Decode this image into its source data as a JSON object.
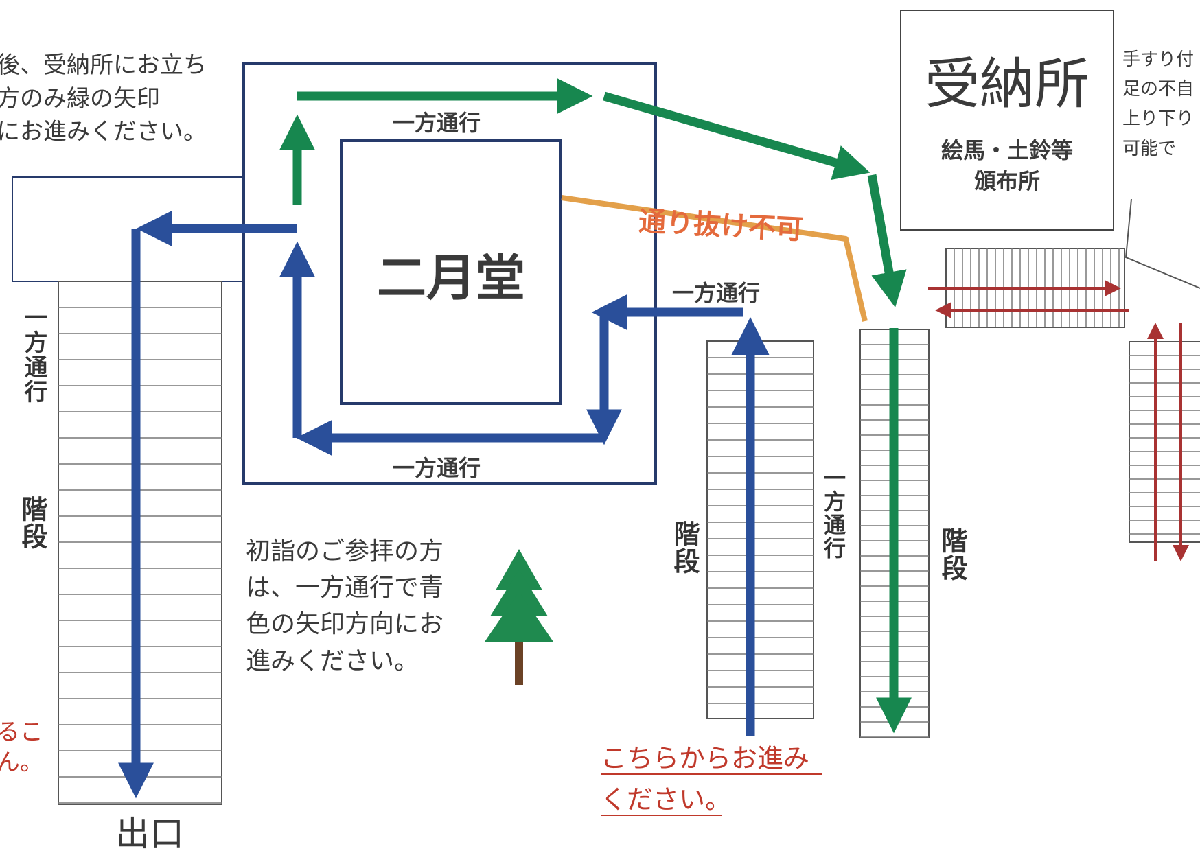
{
  "notes": {
    "top_left": [
      "後、受納所にお立ち",
      "方のみ緑の矢印",
      "にお進みください。"
    ],
    "first_visit": [
      "初詣のご参拝の方",
      "は、一方通行で青",
      "色の矢印方向にお",
      "進みください。"
    ],
    "left_red": [
      "るこ",
      "ん。"
    ],
    "proceed_here": [
      "こちらからお進み",
      "ください。"
    ],
    "handrail": [
      "手すり付",
      "足の不自",
      "上り下り",
      "可能で"
    ]
  },
  "building": {
    "name": "二月堂"
  },
  "office": {
    "name": "受納所",
    "sub": [
      "絵馬・土鈴等",
      "頒布所"
    ]
  },
  "labels": {
    "one_way": "一方通行",
    "no_passage": "通り抜け不可",
    "stairs": "階段",
    "exit": "出口"
  },
  "colors": {
    "blue_route": "#2a4f9a",
    "green_route": "#17874f",
    "orange_line": "#e3a04a",
    "red_arrow": "#a83232",
    "red_text": "#c0392b",
    "outline": "#263a6b",
    "tree": "#1f8a4f",
    "trunk": "#6b4226"
  },
  "icons": [
    "tree-icon"
  ]
}
